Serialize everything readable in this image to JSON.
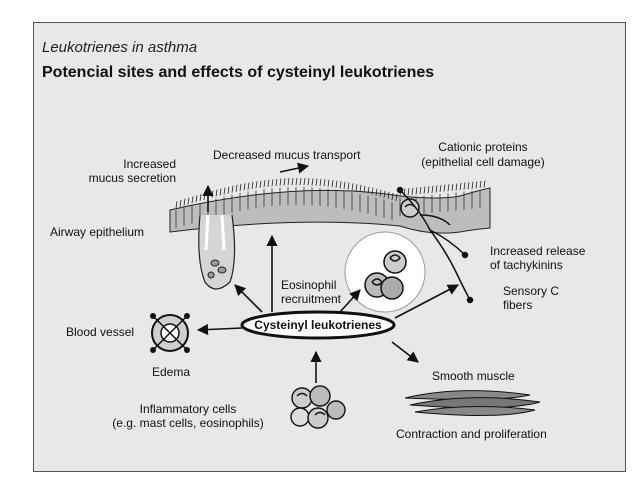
{
  "header": {
    "subtitle": "Leukotrienes in asthma",
    "title": "Potencial sites and effects of cysteinyl leukotrienes"
  },
  "center": {
    "label": "Cysteinyl leukotrienes"
  },
  "labels": {
    "increased_mucus_1": "Increased",
    "increased_mucus_2": "mucus secretion",
    "decreased_transport": "Decreased mucus transport",
    "cationic_1": "Cationic proteins",
    "cationic_2": "(epithelial cell damage)",
    "airway_epithelium": "Airway epithelium",
    "increased_release_1": "Increased release",
    "increased_release_2": "of tachykinins",
    "eosinophil_1": "Eosinophil",
    "eosinophil_2": "recruitment",
    "sensory_1": "Sensory C",
    "sensory_2": "fibers",
    "blood_vessel": "Blood vessel",
    "edema": "Edema",
    "smooth_muscle": "Smooth muscle",
    "inflammatory_1": "Inflammatory cells",
    "inflammatory_2": "(e.g. mast cells, eosinophils)",
    "contraction": "Contraction and proliferation"
  },
  "colors": {
    "background": "#e8e8e8",
    "ink": "#111111",
    "highlight": "#ffffff"
  }
}
